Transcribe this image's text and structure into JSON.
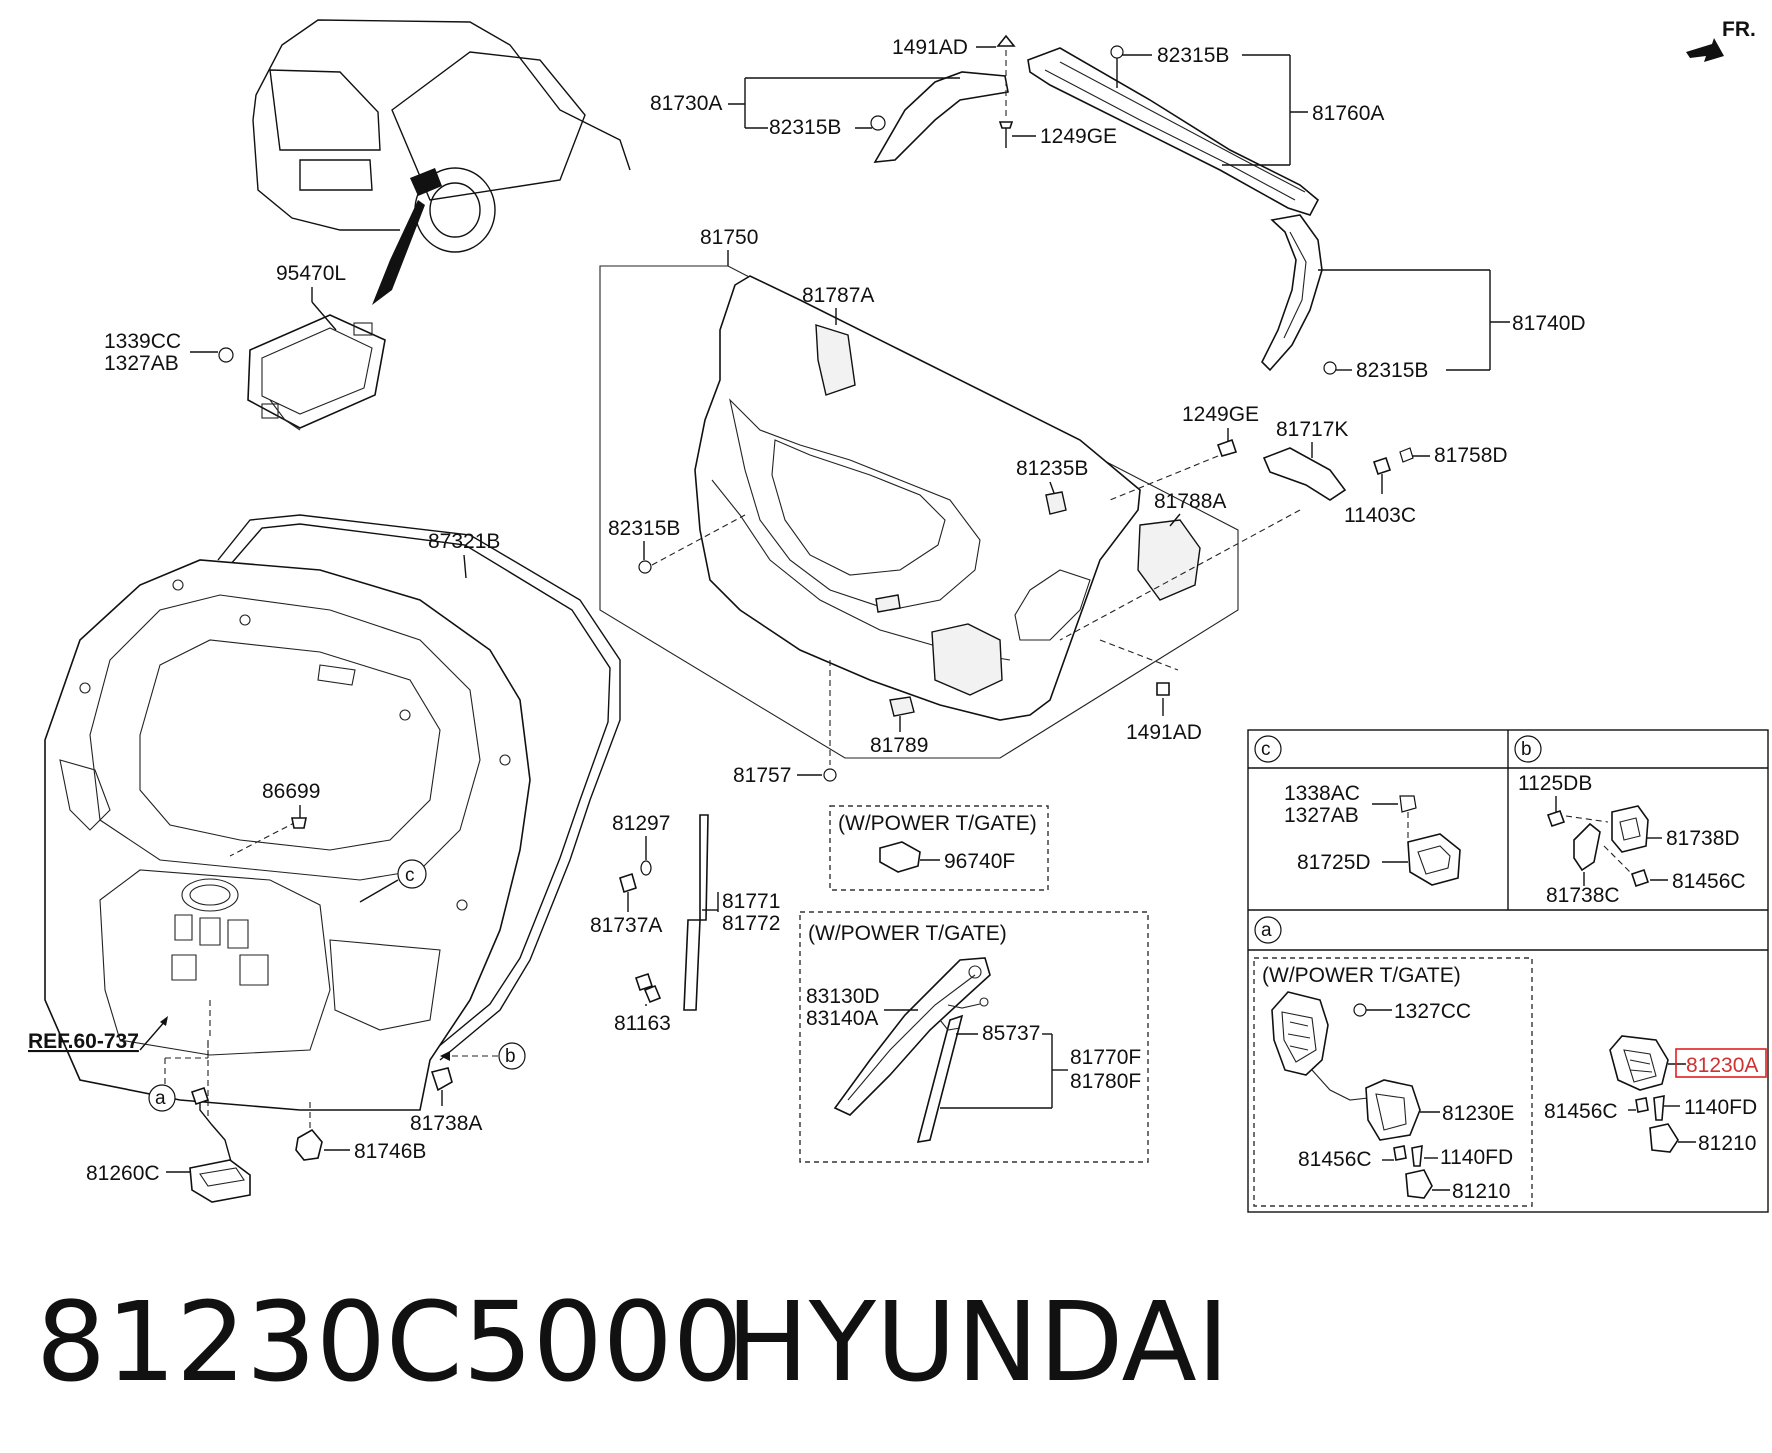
{
  "orientation_mark": "FR.",
  "footer": {
    "part_number": "81230C5000",
    "brand": "HYUNDAI"
  },
  "reference": "REF.60-737",
  "main_labels": {
    "p1491AD_top": "1491AD",
    "p82315B_top": "82315B",
    "p81730A": "81730A",
    "p82315B_mid": "82315B",
    "p1249GE_top": "1249GE",
    "p81760A": "81760A",
    "p81750": "81750",
    "p95470L": "95470L",
    "p1339CC": "1339CC",
    "p1327AB_left": "1327AB",
    "p81787A": "81787A",
    "p81740D": "81740D",
    "p82315B_right": "82315B",
    "p1249GE_mid": "1249GE",
    "p81717K": "81717K",
    "p81758D": "81758D",
    "p81235B": "81235B",
    "p81788A": "81788A",
    "p11403C": "11403C",
    "p82315B_left": "82315B",
    "p87321B": "87321B",
    "p1491AD_low": "1491AD",
    "p81789": "81789",
    "p81757": "81757",
    "p86699": "86699",
    "p81297": "81297",
    "p81771": "81771",
    "p81772": "81772",
    "p81737A": "81737A",
    "p81163": "81163",
    "p81738A": "81738A",
    "p81746B": "81746B",
    "p81260C": "81260C",
    "p96740F": "96740F",
    "p83130D": "83130D",
    "p83140A": "83140A",
    "p85737": "85737",
    "p81770F": "81770F",
    "p81780F": "81780F"
  },
  "power_tgate_note": "(W/POWER T/GATE)",
  "circle_letters": {
    "a": "a",
    "b": "b",
    "c": "c"
  },
  "inset_c": {
    "p1338AC": "1338AC",
    "p1327AB": "1327AB",
    "p81725D": "81725D"
  },
  "inset_b": {
    "p1125DB": "1125DB",
    "p81738D": "81738D",
    "p81738C": "81738C",
    "p81456C": "81456C"
  },
  "inset_a": {
    "p1327CC": "1327CC",
    "p81230E": "81230E",
    "p81456C_left": "81456C",
    "p1140FD_left": "1140FD",
    "p81210_left": "81210",
    "p81230A": "81230A",
    "p81456C_right": "81456C",
    "p1140FD_right": "1140FD",
    "p81210_right": "81210"
  },
  "colors": {
    "line": "#111111",
    "highlight": "#e02020",
    "highlight_text": "#d03030"
  }
}
